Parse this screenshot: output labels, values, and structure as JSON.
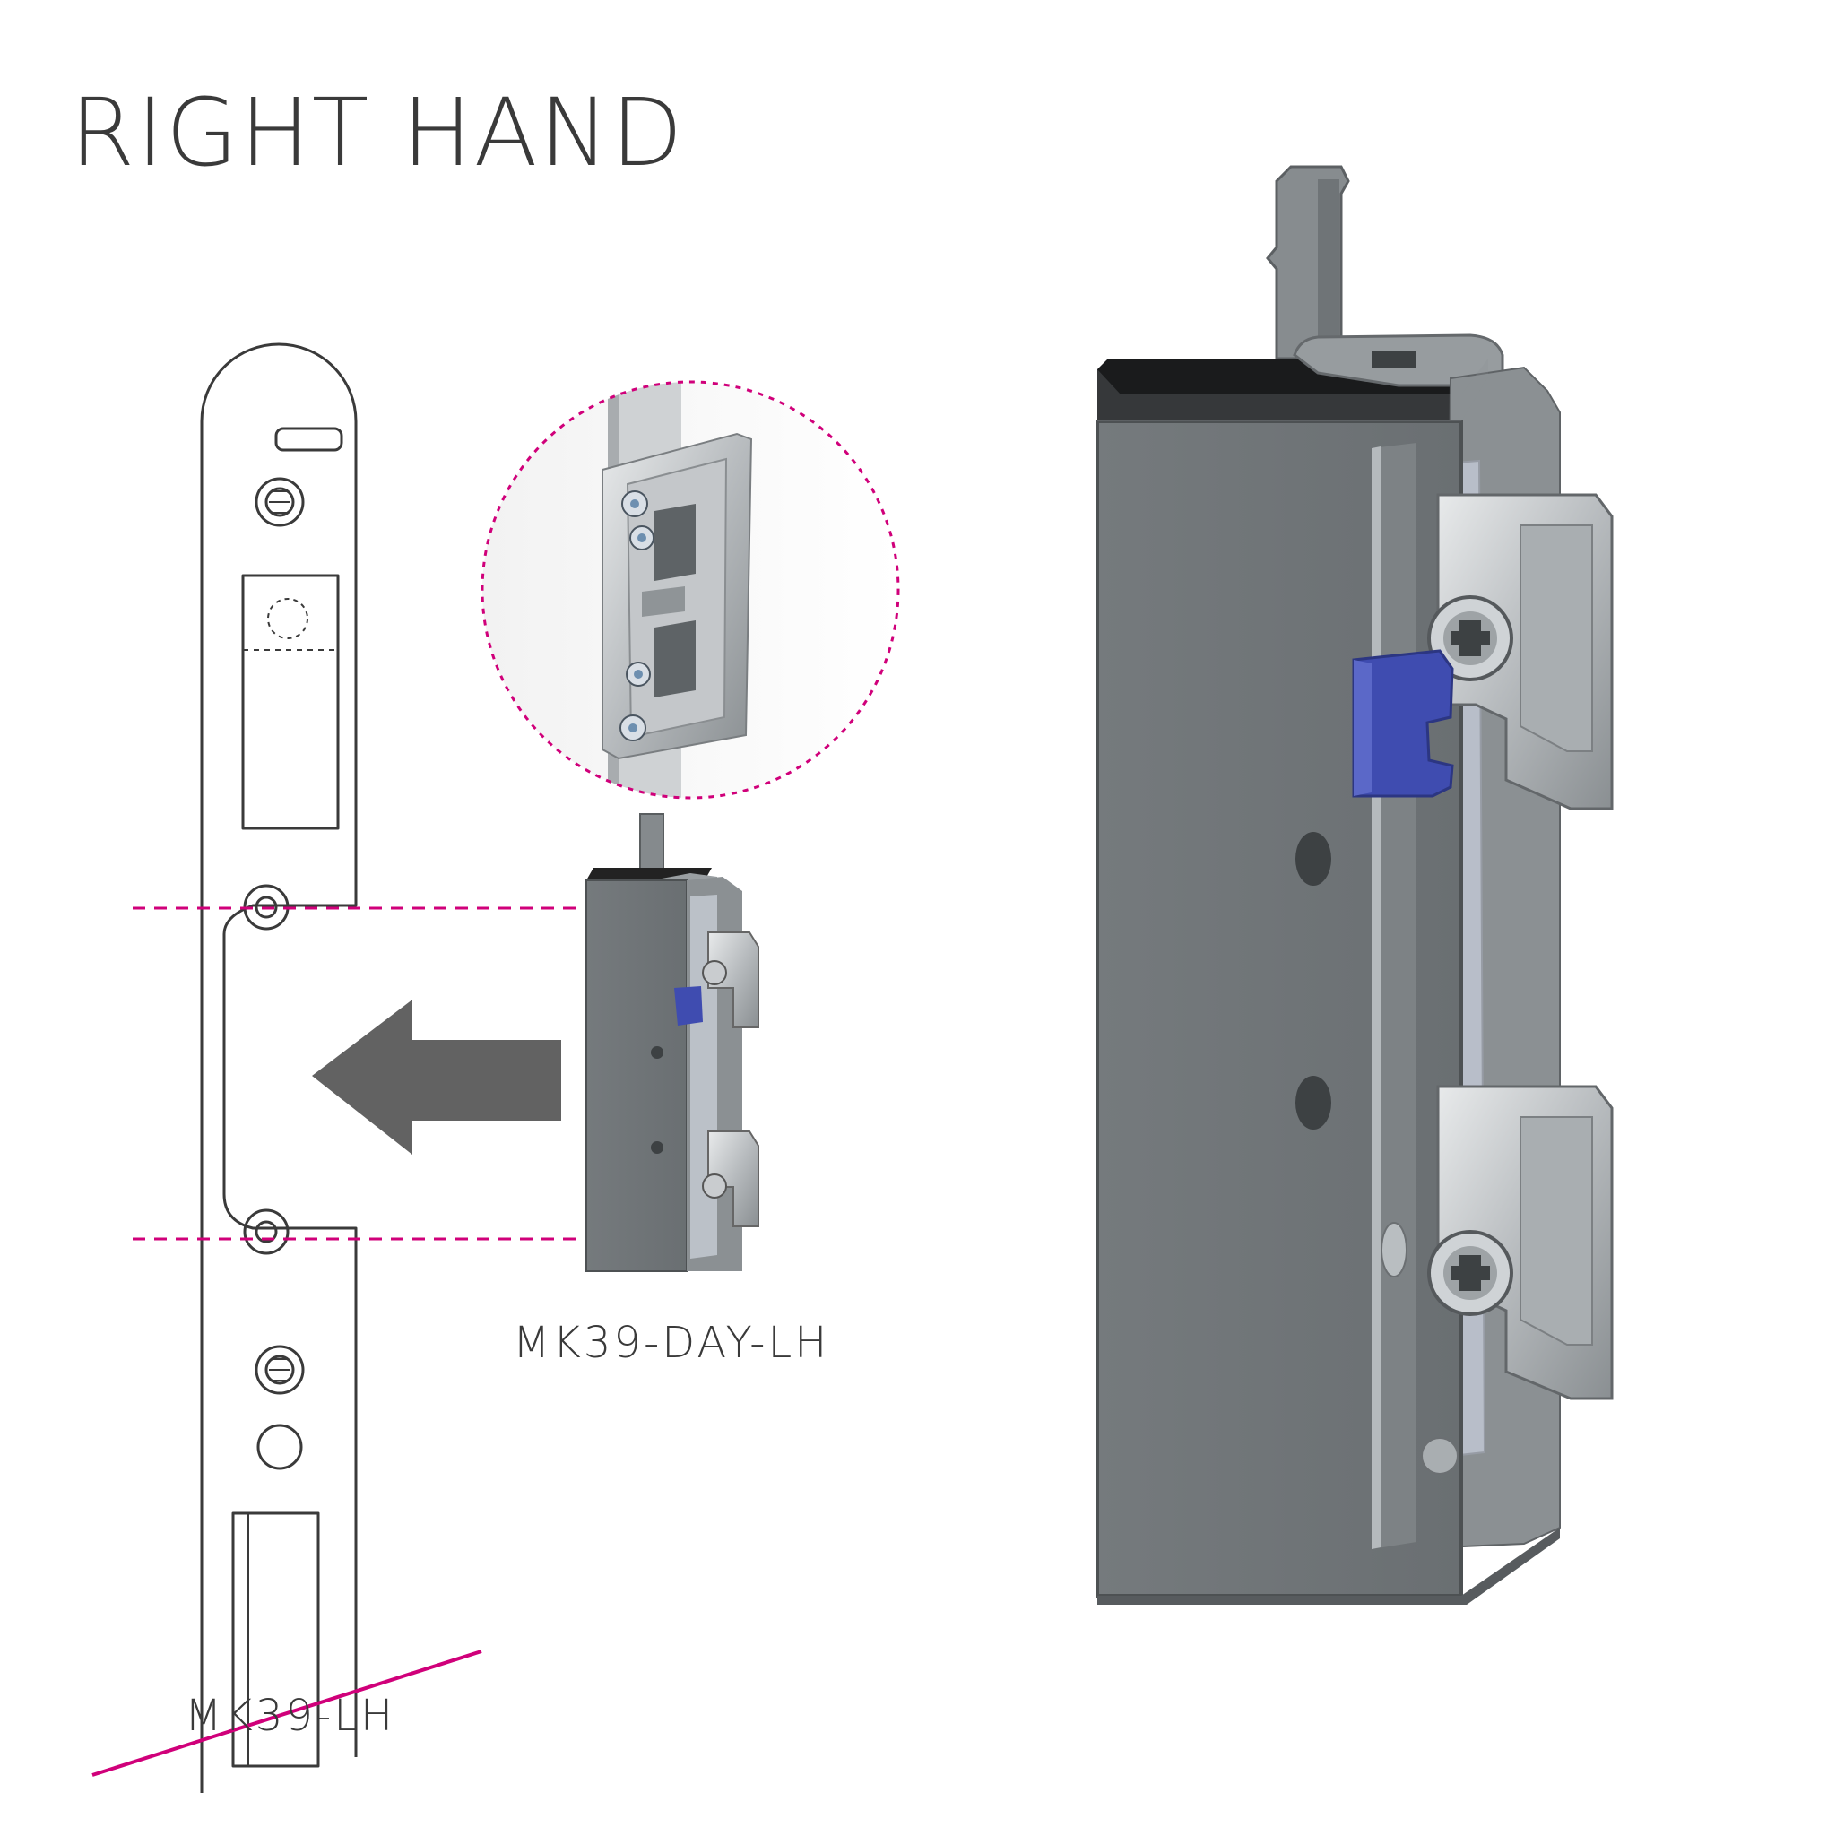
{
  "title": "RIGHT HAND",
  "labels": {
    "day_component": "MK39-DAY-LH",
    "lock_strip": "MK39-LH"
  },
  "colors": {
    "accent": "#d0007a",
    "housing": "#6f7376",
    "housing_dark": "#4d5153",
    "arrow": "#626262",
    "latch": "#3f4cb0",
    "line": "#3a3a3a"
  },
  "icons": {
    "arrow": "arrow-left-icon",
    "detail": "magnified-detail-circle"
  }
}
